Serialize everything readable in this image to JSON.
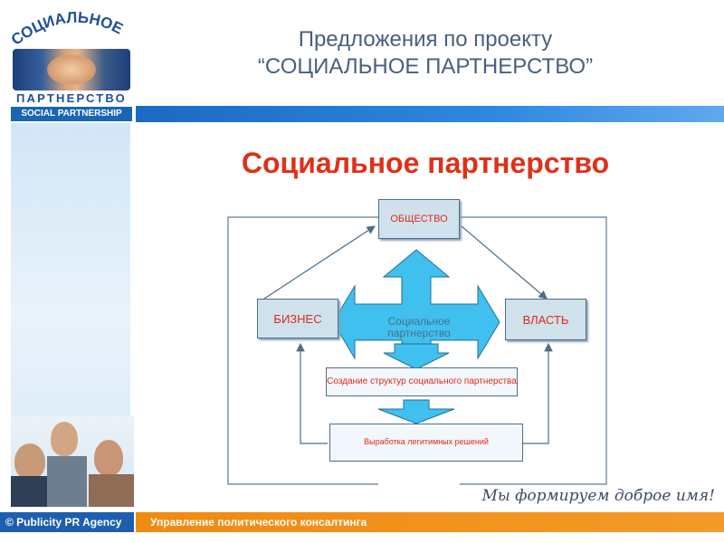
{
  "logo": {
    "arc_text": "СОЦИАЛЬНОЕ",
    "title": "ПАРТНЕРСТВО",
    "subtitle": "SOCIAL PARTNERSHIP"
  },
  "header": {
    "line1": "Предложения по проекту",
    "line2": "“СОЦИАЛЬНОЕ ПАРТНЕРСТВО”"
  },
  "main_title": "Социальное партнерство",
  "diagram": {
    "top_box": "ОБЩЕСТВО",
    "left_box": "БИЗНЕС",
    "right_box": "ВЛАСТЬ",
    "center_label": "Социальное партнерство",
    "step1": "Создание структур социального партнерства",
    "step2": "Выработка легитимных решений"
  },
  "footer": {
    "agency": "© Publicity PR Agency",
    "bar_text": "Управление политического консалтинга",
    "slogan": "Мы формируем доброе имя!"
  },
  "colors": {
    "accent_red": "#e03018",
    "header_text": "#47607e",
    "bar_blue": "#1b6ac4",
    "footer_orange": "#f08a10",
    "arrow_cyan": "#3fc0ee"
  }
}
